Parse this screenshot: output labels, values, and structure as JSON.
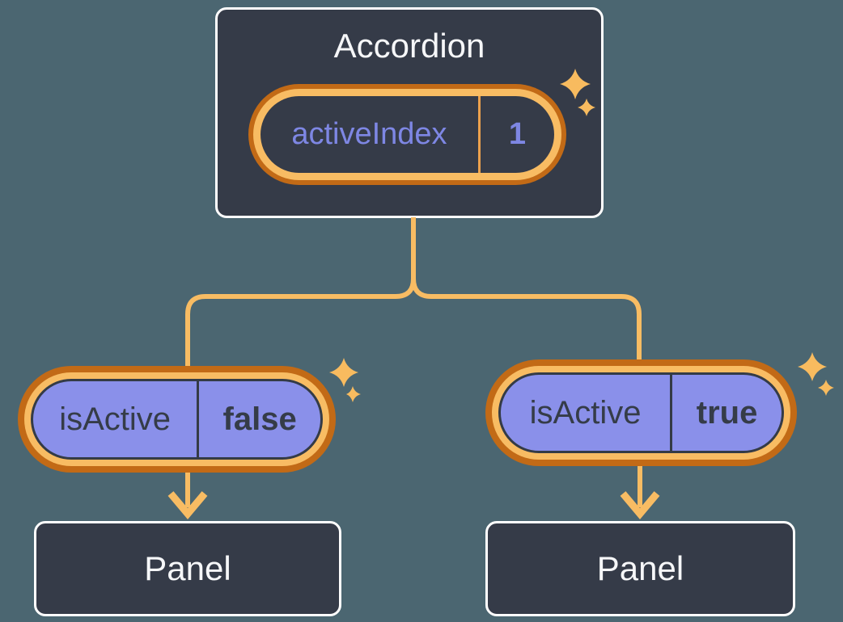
{
  "diagram": {
    "root": {
      "title": "Accordion",
      "state": {
        "label": "activeIndex",
        "value": "1"
      }
    },
    "children": [
      {
        "prop": {
          "label": "isActive",
          "value": "false"
        },
        "child": {
          "title": "Panel"
        }
      },
      {
        "prop": {
          "label": "isActive",
          "value": "true"
        },
        "child": {
          "title": "Panel"
        }
      }
    ]
  },
  "colors": {
    "background": "#4B6671",
    "node_fill": "#353B48",
    "node_border": "#FFFFFF",
    "node_text": "#F6F7F9",
    "ring_dark_orange": "#C26A16",
    "ring_light_orange": "#F8BC63",
    "connector_orange": "#F8BC63",
    "state_divider_orange": "#ECA14D",
    "sparkle_orange": "#F8BB5F",
    "prop_fill_purple": "#8A90EA",
    "prop_border_dark": "#343B46",
    "prop_text_dark": "#353C48",
    "state_text_purple": "#7E87E4"
  }
}
